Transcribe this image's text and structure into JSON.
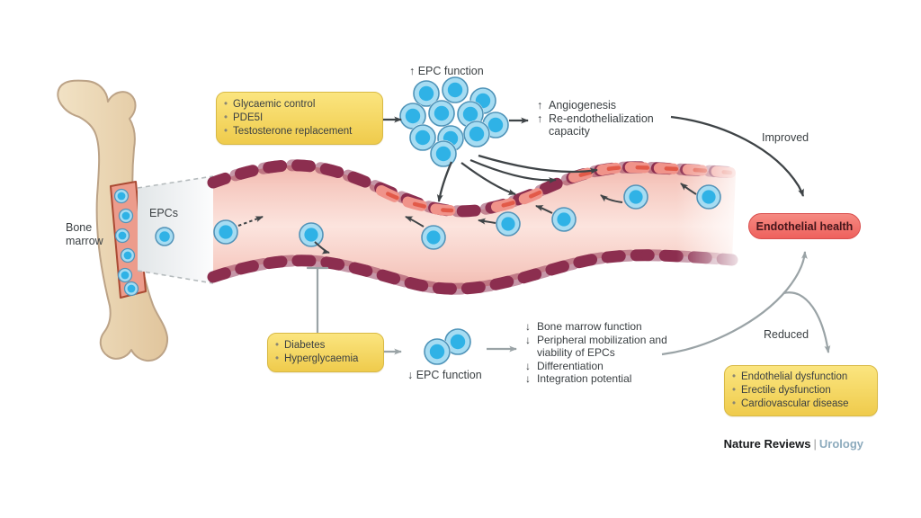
{
  "glyphs": {
    "bullet": "•"
  },
  "bone": {
    "label": "Bone marrow",
    "epcs_label": "EPCs"
  },
  "upper": {
    "interventions": [
      "Glycaemic control",
      "PDE5I",
      "Testosterone replacement"
    ],
    "epc_function": "↑ EPC function",
    "outcomes": [
      {
        "arrow": "↑",
        "text": "Angiogenesis"
      },
      {
        "arrow": "↑",
        "text": "Re-endothelialization capacity"
      }
    ],
    "improved": "Improved"
  },
  "lower": {
    "risk_factors": [
      "Diabetes",
      "Hyperglycaemia"
    ],
    "epc_function": "↓ EPC function",
    "outcomes": [
      {
        "arrow": "↓",
        "text": "Bone marrow function"
      },
      {
        "arrow": "↓",
        "text": "Peripheral mobilization and viability of EPCs"
      },
      {
        "arrow": "↓",
        "text": "Differentiation"
      },
      {
        "arrow": "↓",
        "text": "Integration potential"
      }
    ],
    "reduced": "Reduced"
  },
  "endothelial_health": "Endothelial health",
  "consequences": [
    "Endothelial dysfunction",
    "Erectile dysfunction",
    "Cardiovascular disease"
  ],
  "footer": {
    "brand": "Nature Reviews",
    "separator": "|",
    "journal": "Urology"
  },
  "colors": {
    "epc_cell_blue": "#2fb2e6",
    "vessel_wall_maroon": "#8c2e4f",
    "integrated_segment_salmon": "#f0938a",
    "vessel_lumen_pink": "#f6cac1",
    "intervention_box_yellow": "#f5d95f",
    "endothelial_health_red": "#f2726d",
    "bone_tan": "#ecd7b2",
    "gray_line": "#9aa3a6",
    "dark_line": "#3f4447"
  }
}
